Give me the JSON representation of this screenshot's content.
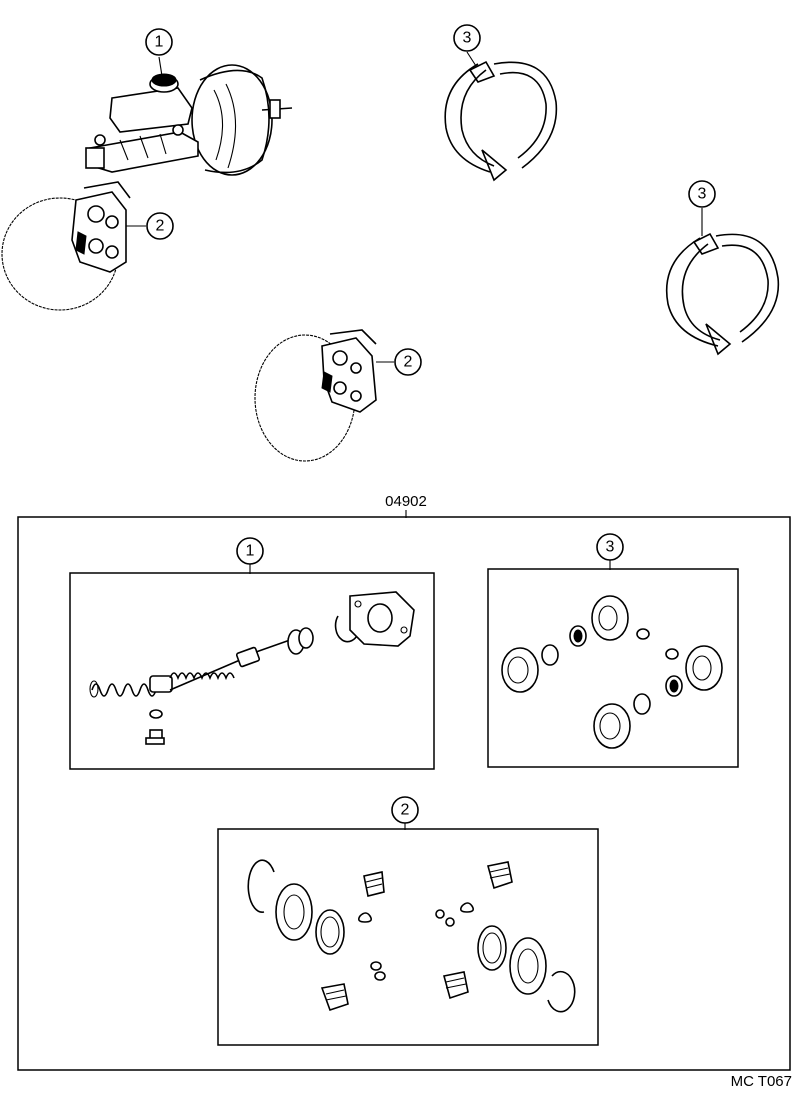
{
  "diagram": {
    "kit_number": "04902",
    "drawing_code": "MC T067",
    "callouts": {
      "c1": "1",
      "c2": "2",
      "c3": "3"
    },
    "parts": [
      {
        "id": "1",
        "name": "master-cylinder"
      },
      {
        "id": "2",
        "name": "disc-brake-caliper"
      },
      {
        "id": "3",
        "name": "drum-brake-shoe"
      }
    ]
  }
}
